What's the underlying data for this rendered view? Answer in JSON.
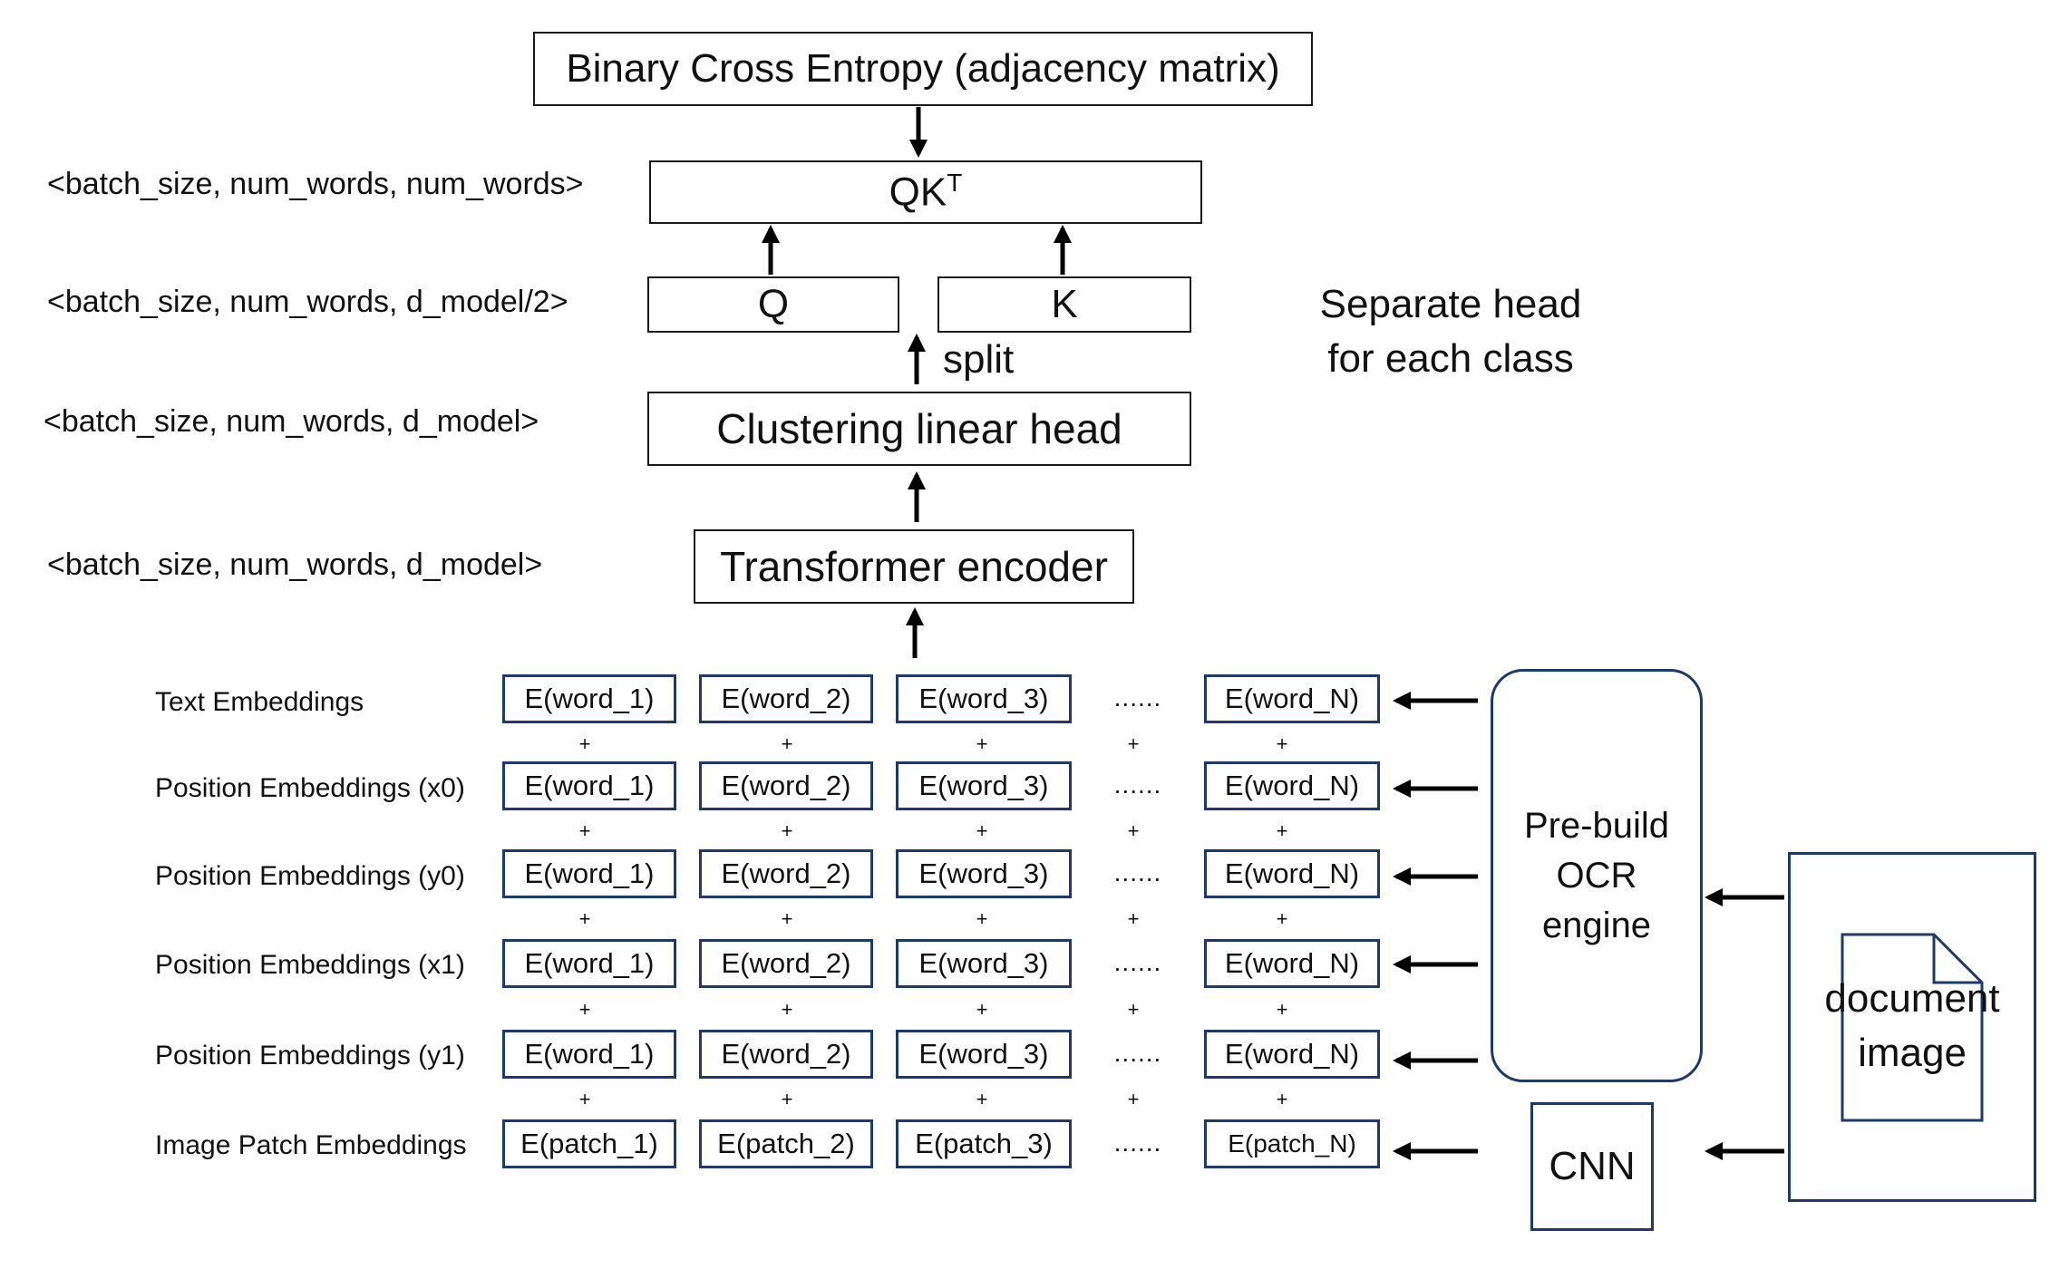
{
  "top": {
    "loss_label": "Binary Cross Entropy (adjacency matrix)",
    "qk_base": "QK",
    "qk_sup": "T",
    "q_label": "Q",
    "k_label": "K",
    "split_label": "split",
    "clustering_label": "Clustering linear head",
    "encoder_label": "Transformer encoder",
    "note_line1": "Separate head",
    "note_line2": "for each class"
  },
  "dims": {
    "qk": "<batch_size, num_words, num_words>",
    "qkhalf": "<batch_size, num_words, d_model/2>",
    "clustering": "<batch_size, num_words, d_model>",
    "encoder": "<batch_size, num_words, d_model>"
  },
  "embedding_rows": [
    {
      "label": "Text Embeddings",
      "cells": [
        "E(word_1)",
        "E(word_2)",
        "E(word_3)",
        "......",
        "E(word_N)"
      ]
    },
    {
      "label": "Position Embeddings (x0)",
      "cells": [
        "E(word_1)",
        "E(word_2)",
        "E(word_3)",
        "......",
        "E(word_N)"
      ]
    },
    {
      "label": "Position Embeddings (y0)",
      "cells": [
        "E(word_1)",
        "E(word_2)",
        "E(word_3)",
        "......",
        "E(word_N)"
      ]
    },
    {
      "label": "Position Embeddings (x1)",
      "cells": [
        "E(word_1)",
        "E(word_2)",
        "E(word_3)",
        "......",
        "E(word_N)"
      ]
    },
    {
      "label": "Position Embeddings (y1)",
      "cells": [
        "E(word_1)",
        "E(word_2)",
        "E(word_3)",
        "......",
        "E(word_N)"
      ]
    },
    {
      "label": "Image Patch Embeddings",
      "cells": [
        "E(patch_1)",
        "E(patch_2)",
        "E(patch_3)",
        "......",
        "E(patch_N)"
      ]
    }
  ],
  "plus_sign": "+",
  "ocr": {
    "line1": "Pre-build",
    "line2": "OCR",
    "line3": "engine"
  },
  "cnn_label": "CNN",
  "document": {
    "line1": "document",
    "line2": "image"
  }
}
